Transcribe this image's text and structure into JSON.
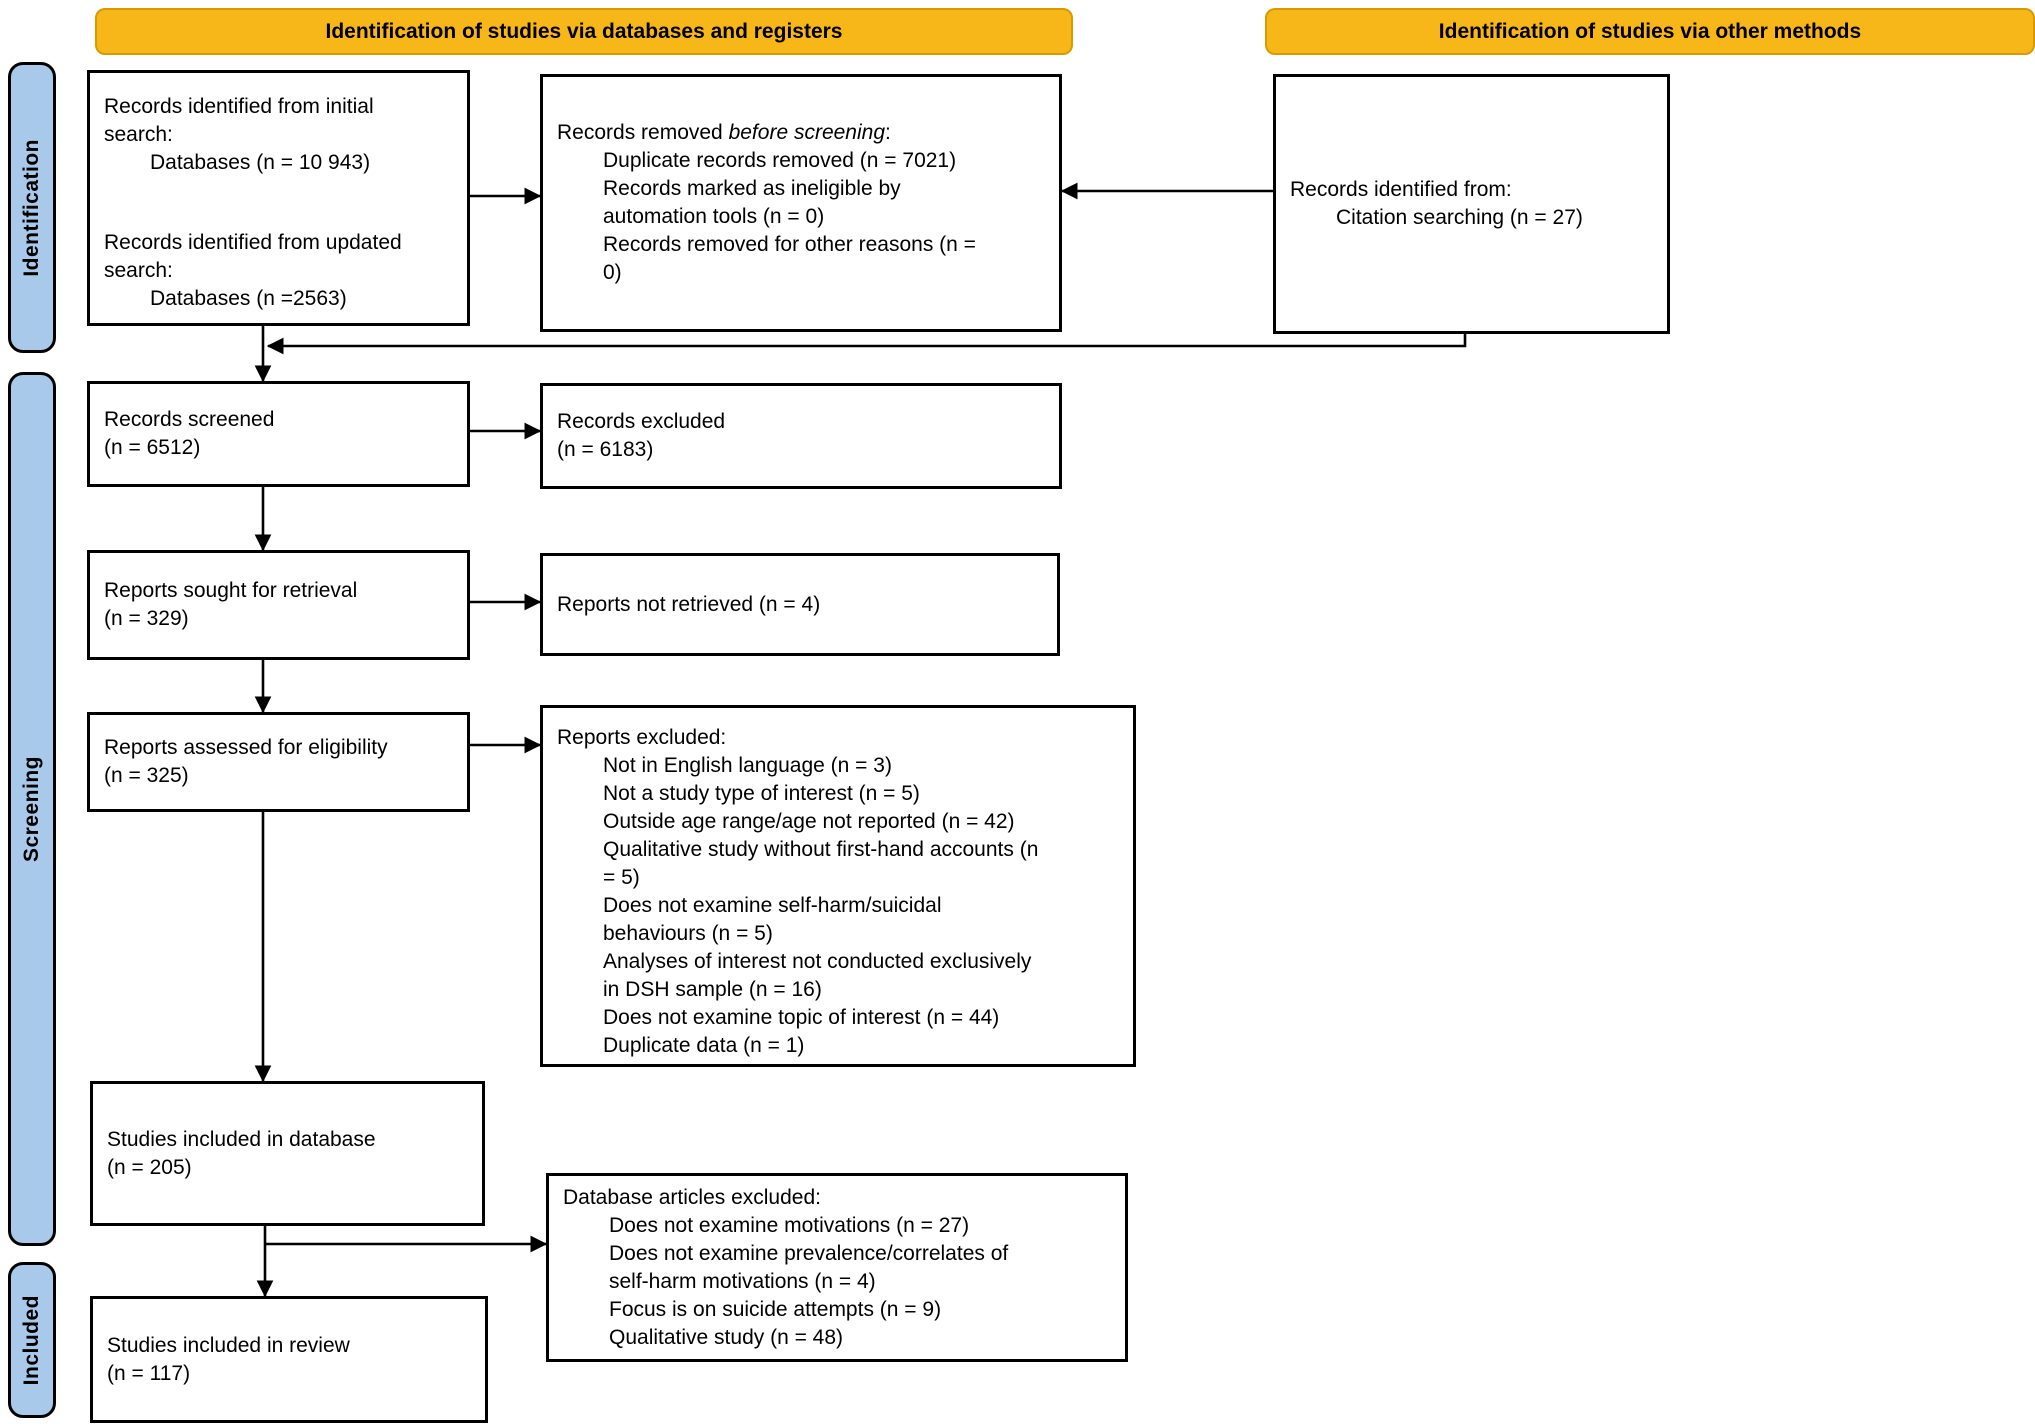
{
  "headers": {
    "databases": "Identification of studies via databases and registers",
    "other_methods": "Identification of studies via other methods"
  },
  "stages": {
    "identification": "Identification",
    "screening": "Screening",
    "included": "Included"
  },
  "colors": {
    "header_bg": "#F7B718",
    "header_border": "#D89A00",
    "stage_bg": "#A9C9EA",
    "box_border": "#000000",
    "box_bg": "#FFFFFF"
  },
  "boxes": {
    "records_identified": {
      "group1": [
        "Records identified from initial",
        "search:",
        "Databases (n = 10 943)"
      ],
      "group2": [
        "Records identified from updated",
        "search:",
        "Databases (n =2563)"
      ]
    },
    "records_removed": {
      "title_prefix": "Records removed ",
      "title_emphasis": "before screening",
      "title_suffix": ":",
      "items": [
        "Duplicate records removed (n = 7021)",
        "Records marked as ineligible by",
        "automation tools (n = 0)",
        "Records removed for other reasons (n =",
        "0)"
      ]
    },
    "citation": {
      "lines": [
        "Records identified from:",
        "Citation searching (n = 27)"
      ]
    },
    "records_screened": {
      "lines": [
        "Records screened",
        "(n = 6512)"
      ]
    },
    "records_excluded": {
      "lines": [
        "Records excluded",
        "(n = 6183)"
      ]
    },
    "reports_sought": {
      "lines": [
        "Reports sought for retrieval",
        "(n = 329)"
      ]
    },
    "reports_not_retrieved": {
      "lines": [
        "Reports not retrieved (n = 4)"
      ]
    },
    "reports_assessed": {
      "lines": [
        "Reports assessed for eligibility",
        "(n = 325)"
      ]
    },
    "reports_excluded": {
      "title": "Reports excluded:",
      "items": [
        "Not in English language (n = 3)",
        "Not a study type of interest (n = 5)",
        "Outside age range/age not reported (n = 42)",
        "Qualitative study without first-hand accounts (n",
        "= 5)",
        "Does not examine self-harm/suicidal",
        "behaviours (n = 5)",
        "Analyses of interest not conducted exclusively",
        "in DSH sample (n = 16)",
        "Does not examine topic of interest (n = 44)",
        "Duplicate data (n = 1)"
      ]
    },
    "studies_database": {
      "lines": [
        "Studies included in database",
        "(n = 205)"
      ]
    },
    "database_articles_excluded": {
      "title": "Database articles excluded:",
      "items": [
        "Does not examine motivations (n = 27)",
        "Does not examine prevalence/correlates of",
        "self-harm motivations (n = 4)",
        "Focus is on suicide attempts (n = 9)",
        "Qualitative study (n = 48)"
      ]
    },
    "studies_review": {
      "lines": [
        "Studies included in review",
        "(n = 117)"
      ]
    }
  }
}
